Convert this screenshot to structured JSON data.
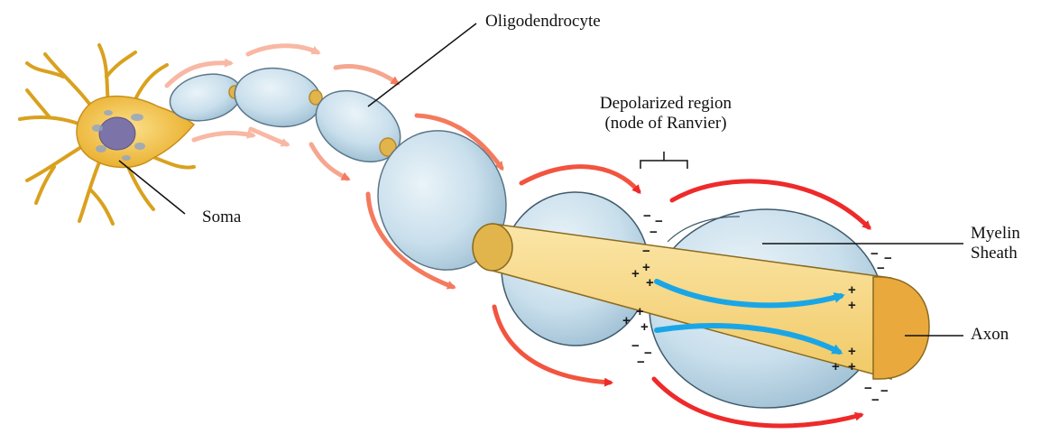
{
  "labels": {
    "oligodendrocyte": "Oligodendrocyte",
    "depolarized_line1": "Depolarized region",
    "depolarized_line2": "(node of Ranvier)",
    "soma": "Soma",
    "myelin_line1": "Myelin",
    "myelin_line2": "Sheath",
    "axon": "Axon"
  },
  "charges": {
    "positive": "+",
    "negative": "−"
  },
  "colors": {
    "myelin_fill": "#cfe3ef",
    "myelin_stroke": "#3f5a6b",
    "axon_fill": "#f6d78a",
    "axon_end": "#e9a93c",
    "node_fill": "#e2b44c",
    "soma_fill": "#f2c84b",
    "nucleus": "#7c74a8",
    "ion_arrow": "#1aa6e6",
    "signal_arrow_strong": "#ee2a2a",
    "signal_arrow_faint": "#f6a68f"
  }
}
